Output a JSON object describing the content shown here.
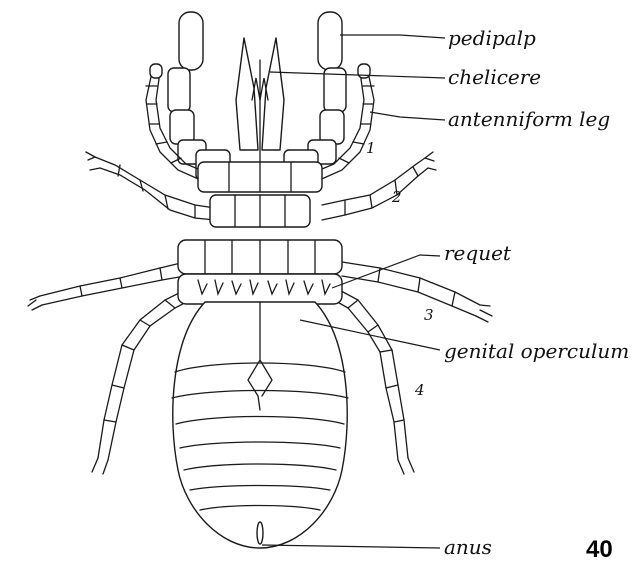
{
  "labels": {
    "pedipalp": "pedipalp",
    "chelicere": "chelicere",
    "antenniform_leg": "antenniform leg",
    "requet": "requet",
    "genital_operculum": "genital operculum",
    "anus": "anus"
  },
  "leg_numbers": [
    "1",
    "2",
    "3",
    "4"
  ],
  "page_number": "40",
  "colors": {
    "ink": "#1a1a1a",
    "background": "#ffffff"
  }
}
